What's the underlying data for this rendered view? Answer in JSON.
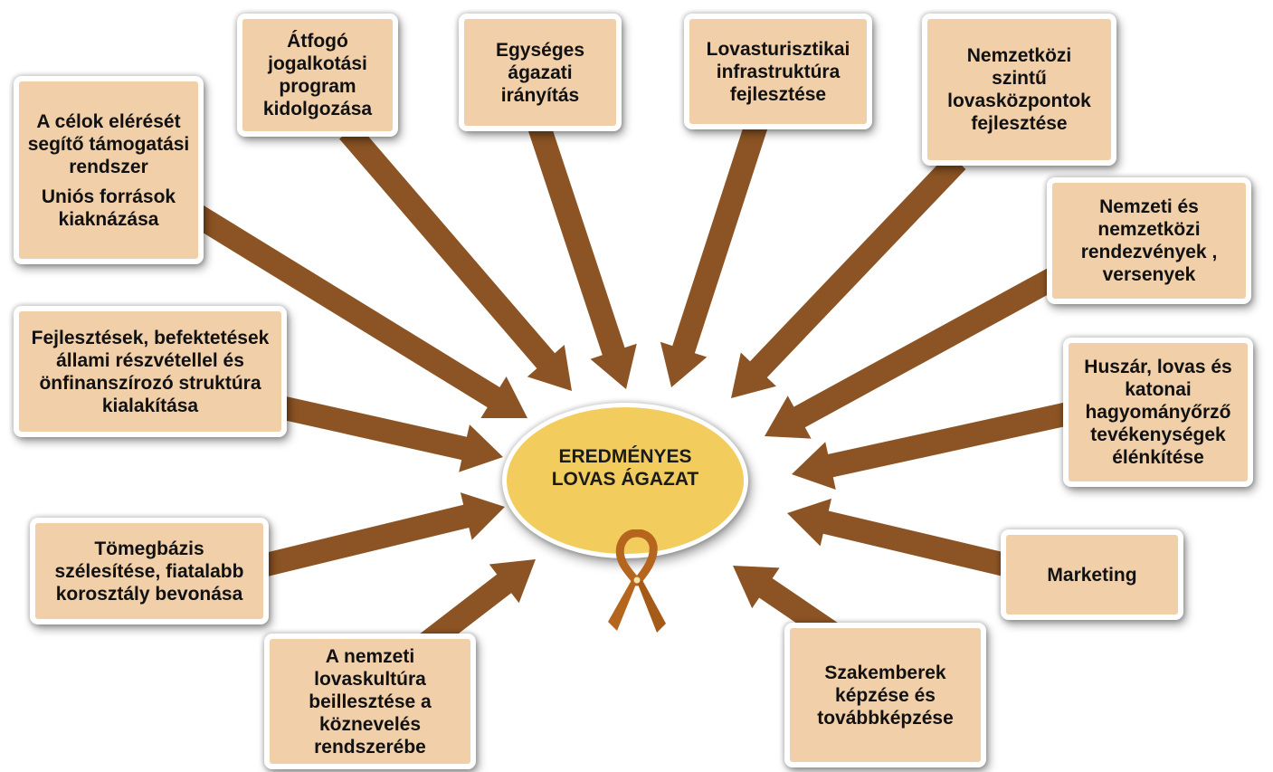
{
  "colors": {
    "box_fill": "#f0cfa9",
    "arrow": "#8c5424",
    "center_fill": "#f2cd5e",
    "ribbon": "#b5651d"
  },
  "center": {
    "lines": [
      "EREDMÉNYES",
      "LOVAS ÁGAZAT"
    ]
  },
  "center_icon": "ribbon-icon",
  "boxes": {
    "support": {
      "lines": [
        "A célok elérését",
        "segítő támogatási",
        "rendszer"
      ],
      "extra": [
        "Uniós források",
        "kiaknázása"
      ]
    },
    "legislation": {
      "lines": [
        "Átfogó",
        "jogalkotási",
        "program",
        "kidolgozása"
      ]
    },
    "governance": {
      "lines": [
        "Egységes",
        "ágazati",
        "irányítás"
      ]
    },
    "infrastructure": {
      "lines": [
        "Lovasturisztikai",
        "infrastruktúra",
        "fejlesztése"
      ]
    },
    "intl_centers": {
      "lines": [
        "Nemzetközi",
        "szintű",
        "lovasközpontok",
        "fejlesztése"
      ]
    },
    "events": {
      "lines": [
        "Nemzeti és",
        "nemzetközi",
        "rendezvények ,",
        "versenyek"
      ]
    },
    "investments": {
      "lines": [
        "Fejlesztések, befektetések",
        "állami részvétellel és",
        "önfinanszírozó struktúra",
        "kialakítása"
      ]
    },
    "hussar": {
      "lines": [
        "Huszár, lovas és",
        "katonai",
        "hagyományőrző",
        "tevékenységek",
        "élénkítése"
      ]
    },
    "mass_base": {
      "lines": [
        "Tömegbázis",
        "szélesítése, fiatalabb",
        "korosztály bevonása"
      ]
    },
    "marketing": {
      "lines": [
        "Marketing"
      ]
    },
    "education": {
      "lines": [
        "A nemzeti",
        "lovaskultúra",
        "beillesztése a",
        "köznevelés",
        "rendszerébe"
      ]
    },
    "training": {
      "lines": [
        "Szakemberek",
        "képzése és",
        "továbbképzése"
      ]
    }
  }
}
